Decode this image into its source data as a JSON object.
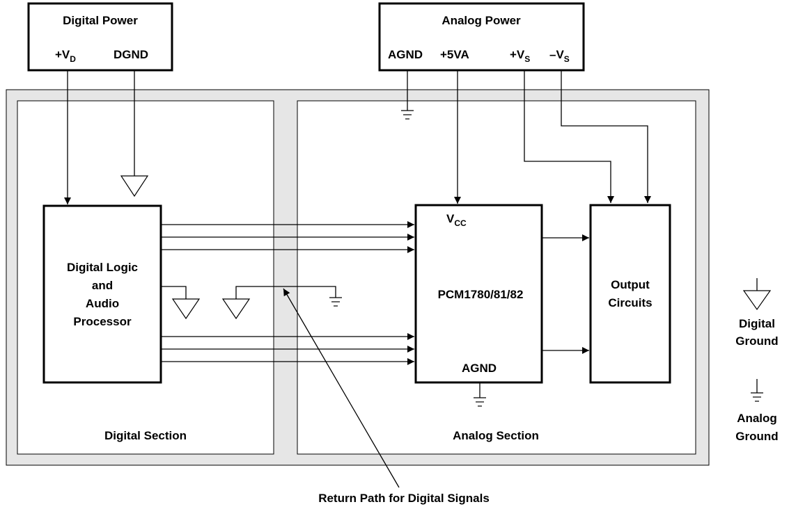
{
  "blocks": {
    "digital_power": {
      "title": "Digital Power",
      "pin_vd_main": "+V",
      "pin_vd_sub": "D",
      "pin_dgnd": "DGND"
    },
    "analog_power": {
      "title": "Analog Power",
      "pin_agnd": "AGND",
      "pin_5va": "+5VA",
      "pin_vs_pos_main": "+V",
      "pin_vs_pos_sub": "S",
      "pin_vs_neg_main": "–V",
      "pin_vs_neg_sub": "S"
    },
    "digital_logic": {
      "lines": [
        "Digital Logic",
        "and",
        "Audio",
        "Processor"
      ]
    },
    "pcm": {
      "name": "PCM1780/81/82",
      "vcc_main": "V",
      "vcc_sub": "CC",
      "agnd": "AGND"
    },
    "output_circuits": {
      "lines": [
        "Output",
        "Circuits"
      ]
    }
  },
  "sections": {
    "digital": "Digital Section",
    "analog": "Analog Section"
  },
  "callout": "Return Path for Digital Signals",
  "legend": {
    "digital_ground": [
      "Digital",
      "Ground"
    ],
    "analog_ground": [
      "Analog",
      "Ground"
    ]
  },
  "colors": {
    "line": "#000000",
    "board_fill": "#e6e6e6",
    "background": "#ffffff"
  }
}
